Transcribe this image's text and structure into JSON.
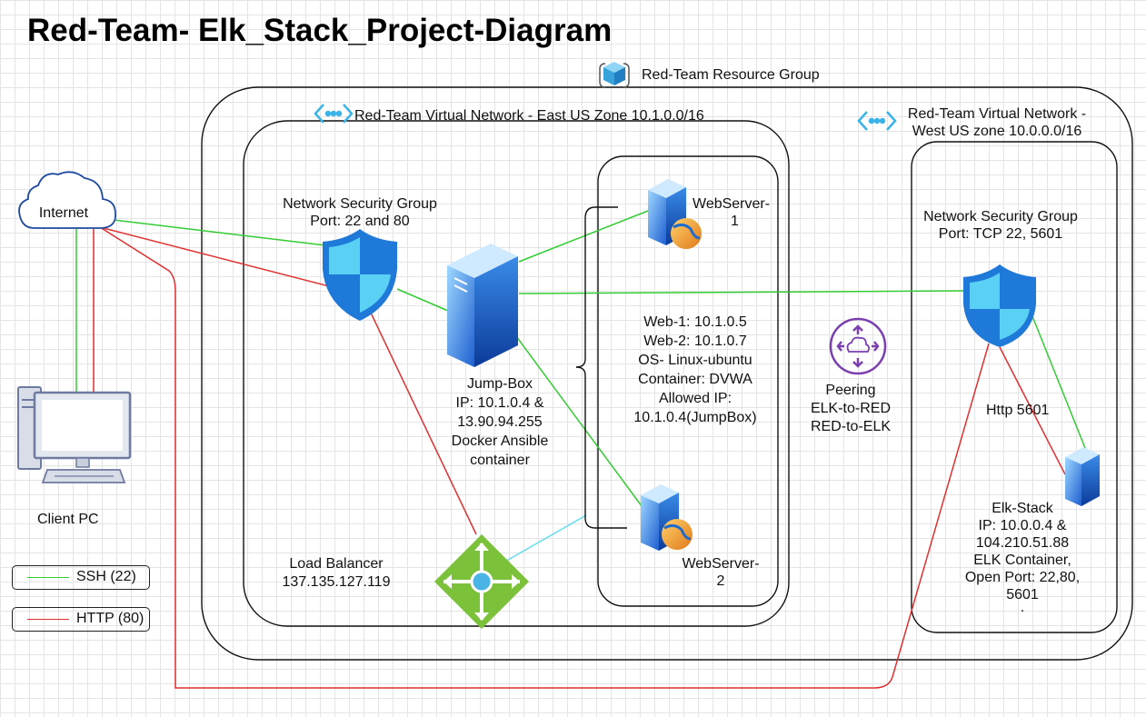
{
  "title": "Red-Team- Elk_Stack_Project-Diagram",
  "resource_group": {
    "label": "Red-Team Resource Group"
  },
  "east_vnet": {
    "label": "Red-Team Virtual Network - East US Zone 10.1.0.0/16"
  },
  "west_vnet": {
    "label_line1": "Red-Team  Virtual Network -",
    "label_line2": "West US zone 10.0.0.0/16"
  },
  "internet": {
    "label": "Internet"
  },
  "client_pc": {
    "label": "Client PC"
  },
  "east_nsg": {
    "line1": "Network Security Group",
    "line2": "Port: 22 and 80"
  },
  "west_nsg": {
    "line1": "Network Security Group",
    "line2": "Port: TCP 22, 5601"
  },
  "jumpbox": {
    "lines": [
      "Jump-Box",
      "IP: 10.1.0.4 &",
      "13.90.94.255",
      "Docker Ansible",
      "container"
    ]
  },
  "webserver1": {
    "line1": "WebServer-",
    "line2": "1"
  },
  "webserver2": {
    "line1": "WebServer-",
    "line2": "2"
  },
  "web_info": {
    "lines": [
      "Web-1: 10.1.0.5",
      "Web-2: 10.1.0.7",
      "OS- Linux-ubuntu",
      "Container: DVWA",
      "Allowed IP:",
      "10.1.0.4(JumpBox)"
    ]
  },
  "load_balancer": {
    "line1": "Load Balancer",
    "line2": "137.135.127.119"
  },
  "peering": {
    "lines": [
      "Peering",
      "ELK-to-RED",
      "RED-to-ELK"
    ]
  },
  "http_5601": {
    "label": "Http 5601"
  },
  "elk_stack": {
    "lines": [
      "Elk-Stack",
      "IP: 10.0.0.4 &",
      "104.210.51.88",
      "ELK Container,",
      "Open Port: 22,80,",
      "5601",
      "."
    ]
  },
  "legend": [
    {
      "label": "SSH (22)",
      "color": "#33cc33"
    },
    {
      "label": "HTTP (80)",
      "color": "#e03030"
    }
  ],
  "colors": {
    "ssh": "#33cc33",
    "http": "#e03030",
    "lb_link": "#66ddee",
    "peering": "#7b3fb0",
    "vnet_icon": "#3ab4e8"
  }
}
